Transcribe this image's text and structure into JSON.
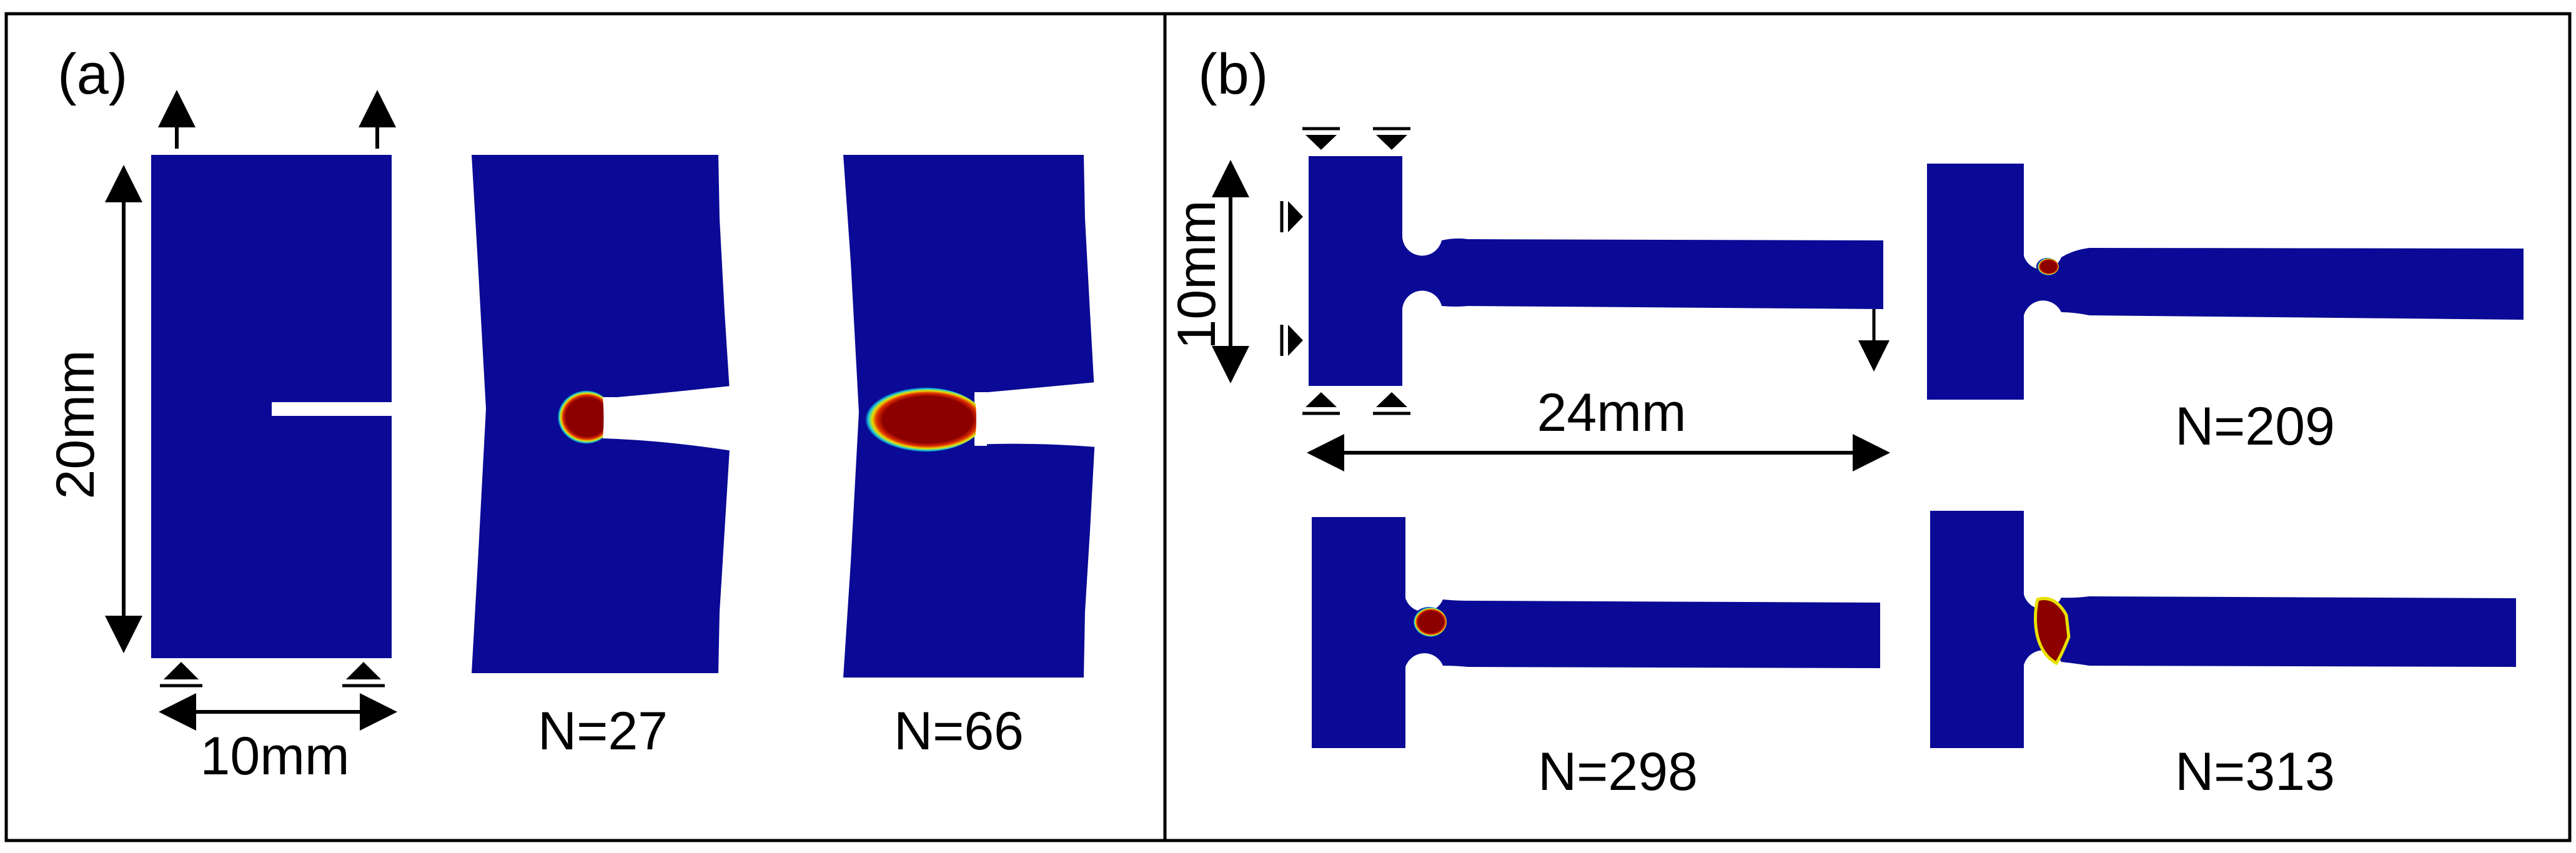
{
  "colors": {
    "specimen_blue": "#0a0a96",
    "damage_red": "#8c0000",
    "damage_edge_yellow": "#e8e000",
    "damage_edge_cyan": "#18c8e0",
    "frame": "#000000"
  },
  "panel_a": {
    "label": "(a)",
    "height_dim": "20mm",
    "width_dim": "10mm",
    "stage1": "N=27",
    "stage2": "N=66"
  },
  "panel_b": {
    "label": "(b)",
    "height_dim": "10mm",
    "length_dim": "24mm",
    "stage1": "N=209",
    "stage2": "N=298",
    "stage3": "N=313"
  },
  "icons": [
    "tension-arrow-icon",
    "roller-support-icon",
    "dimension-arrow-icon"
  ]
}
